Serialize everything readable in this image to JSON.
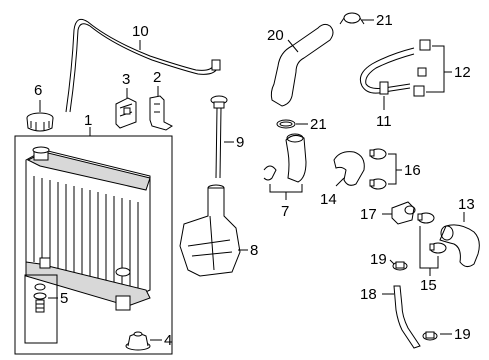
{
  "diagram": {
    "callouts": {
      "c1": "1",
      "c2": "2",
      "c3": "3",
      "c4": "4",
      "c5": "5",
      "c6": "6",
      "c7": "7",
      "c8": "8",
      "c9": "9",
      "c10": "10",
      "c11": "11",
      "c12": "12",
      "c13": "13",
      "c14": "14",
      "c15": "15",
      "c16": "16",
      "c17": "17",
      "c18": "18",
      "c19a": "19",
      "c19b": "19",
      "c20": "20",
      "c21a": "21",
      "c21b": "21"
    }
  }
}
